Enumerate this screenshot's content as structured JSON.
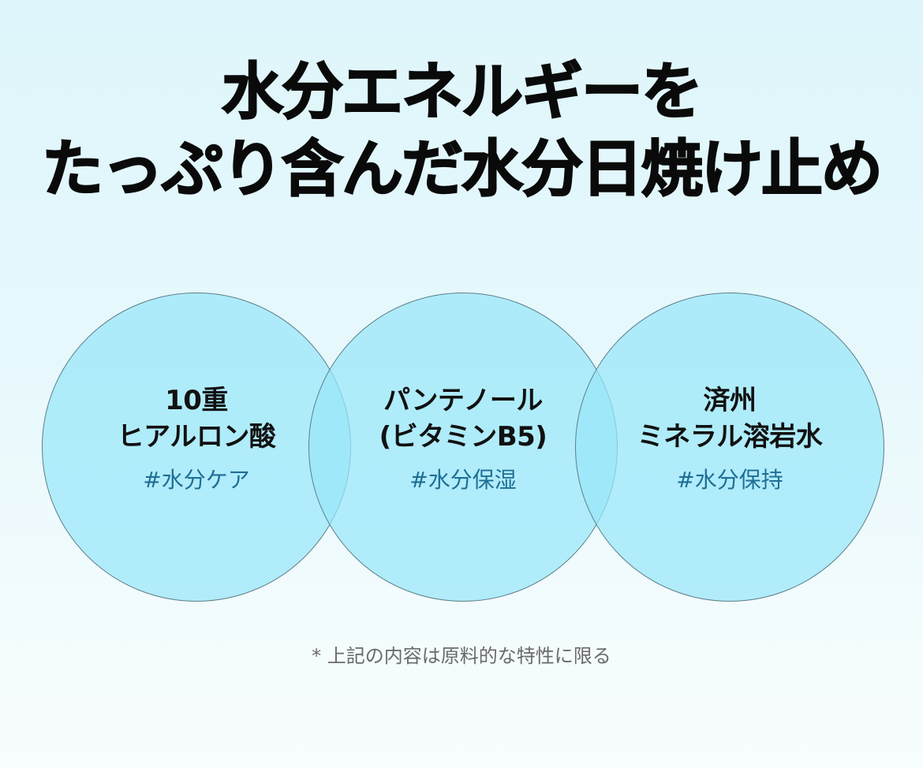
{
  "headline": {
    "line1": "水分エネルギーを",
    "line2": "たっぷり含んだ水分日焼け止め"
  },
  "colors": {
    "background_top": "#def6fb",
    "background_bottom": "#f8fdfe",
    "circle_fill": "#a6ecfb",
    "circle_overlap": "#8ee4f8",
    "circle_border": "#5d7f89",
    "title_text": "#111111",
    "tag_text": "#1f6e95",
    "footnote_text": "#6a6a6a"
  },
  "circles": [
    {
      "title_line1": "10重",
      "title_line2": "ヒアルロン酸",
      "tag": "#水分ケア"
    },
    {
      "title_line1": "パンテノール",
      "title_line2": "(ビタミンB5)",
      "tag": "#水分保湿"
    },
    {
      "title_line1": "済州",
      "title_line2": "ミネラル溶岩水",
      "tag": "#水分保持"
    }
  ],
  "footnote": "* 上記の内容は原料的な特性に限る"
}
